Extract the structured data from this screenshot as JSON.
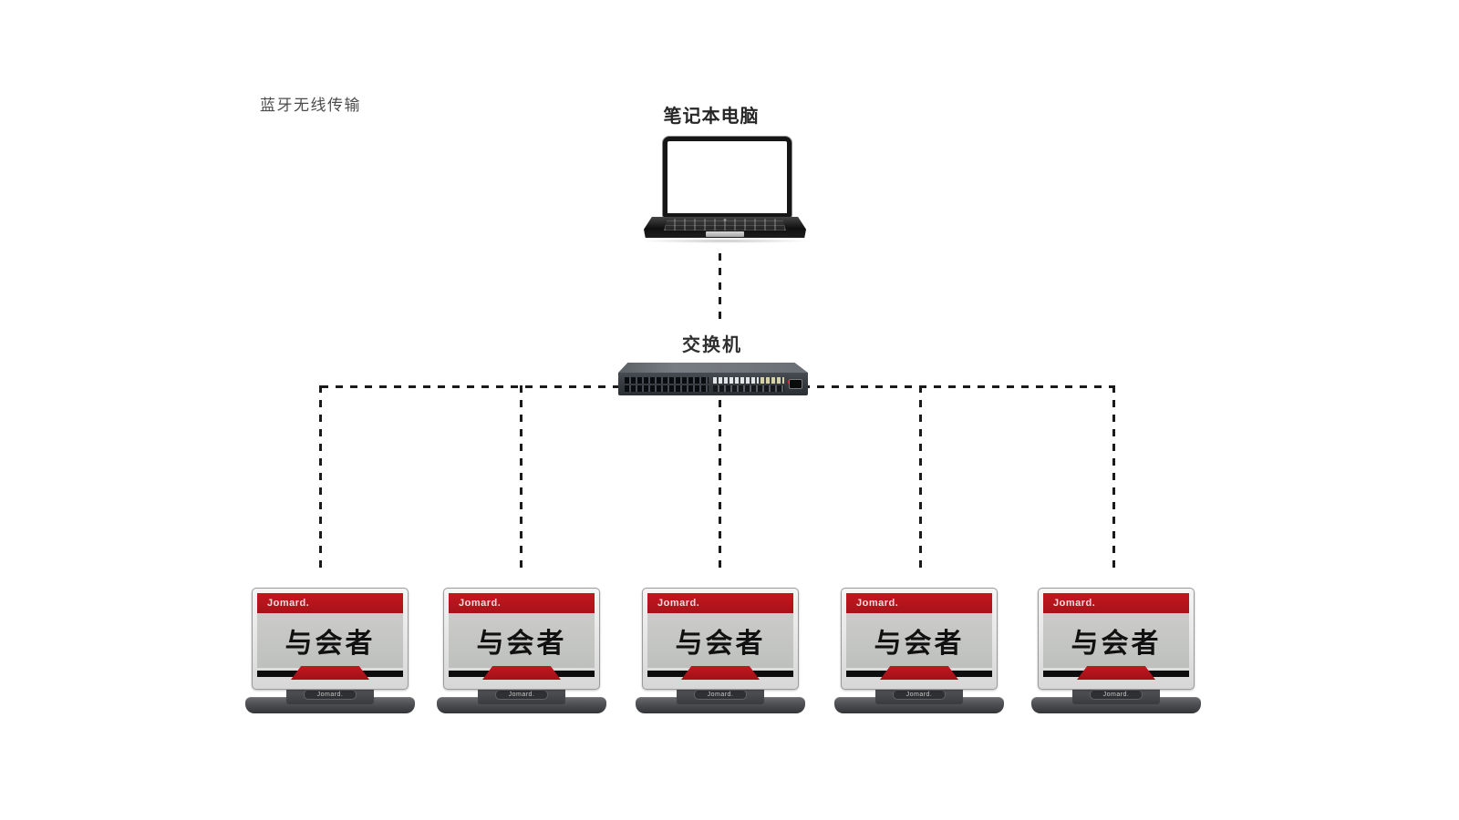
{
  "diagram": {
    "bluetooth_label": "蓝牙无线传输",
    "laptop_label": "笔记本电脑",
    "switch_label": "交换机"
  },
  "nameplates": [
    {
      "brand": "Jomard.",
      "attendee": "与会者",
      "stand_brand": "Jomard."
    },
    {
      "brand": "Jomard.",
      "attendee": "与会者",
      "stand_brand": "Jomard."
    },
    {
      "brand": "Jomard.",
      "attendee": "与会者",
      "stand_brand": "Jomard."
    },
    {
      "brand": "Jomard.",
      "attendee": "与会者",
      "stand_brand": "Jomard."
    },
    {
      "brand": "Jomard.",
      "attendee": "与会者",
      "stand_brand": "Jomard."
    }
  ],
  "colors": {
    "brand_red": "#b8161e",
    "nameplate_screen_gray": "#c6c7c6",
    "connector_line": "#1a1a1a",
    "background": "#ffffff"
  }
}
